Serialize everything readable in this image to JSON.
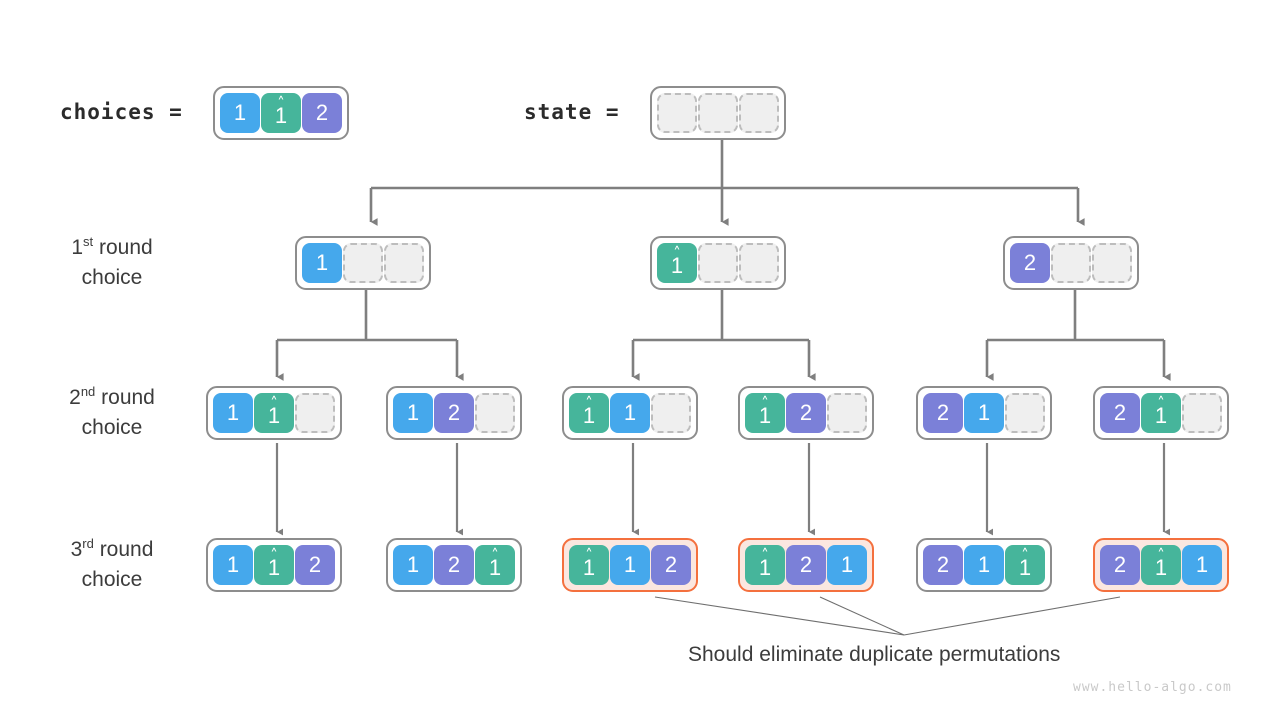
{
  "meta": {
    "title": "Permutations backtracking tree with duplicate elements",
    "watermark": "www.hello-algo.com"
  },
  "colors": {
    "blue": "#45a8ec",
    "purple": "#7b80d8",
    "teal": "#46b59b",
    "empty_fill": "#efefef",
    "empty_border": "#bdbdbd",
    "node_border": "#8d8d8d",
    "highlight_border": "#f4703e",
    "highlight_fill": "#fbe7e0",
    "wire": "#7f7f7f",
    "leader": "#6e6e6e",
    "text": "#3c3c3c"
  },
  "header": {
    "choices_label": "choices =",
    "state_label": "state =",
    "choices_cells": [
      {
        "value": "1",
        "color": "blue",
        "hat": false
      },
      {
        "value": "1",
        "color": "teal",
        "hat": true
      },
      {
        "value": "2",
        "color": "purple",
        "hat": false
      }
    ],
    "state_cells": [
      {
        "value": "",
        "color": "empty",
        "hat": false
      },
      {
        "value": "",
        "color": "empty",
        "hat": false
      },
      {
        "value": "",
        "color": "empty",
        "hat": false
      }
    ]
  },
  "rows": [
    {
      "id": "row-1",
      "label_line1": "1st round",
      "label_line2": "choice",
      "ordinal": "1",
      "suffix": "st",
      "nodes": [
        {
          "highlight": false,
          "cells": [
            {
              "value": "1",
              "color": "blue",
              "hat": false
            },
            {
              "value": "",
              "color": "empty",
              "hat": false
            },
            {
              "value": "",
              "color": "empty",
              "hat": false
            }
          ]
        },
        {
          "highlight": false,
          "cells": [
            {
              "value": "1",
              "color": "teal",
              "hat": true
            },
            {
              "value": "",
              "color": "empty",
              "hat": false
            },
            {
              "value": "",
              "color": "empty",
              "hat": false
            }
          ]
        },
        {
          "highlight": false,
          "cells": [
            {
              "value": "2",
              "color": "purple",
              "hat": false
            },
            {
              "value": "",
              "color": "empty",
              "hat": false
            },
            {
              "value": "",
              "color": "empty",
              "hat": false
            }
          ]
        }
      ]
    },
    {
      "id": "row-2",
      "label_line1": "2nd round",
      "label_line2": "choice",
      "ordinal": "2",
      "suffix": "nd",
      "nodes": [
        {
          "highlight": false,
          "cells": [
            {
              "value": "1",
              "color": "blue",
              "hat": false
            },
            {
              "value": "1",
              "color": "teal",
              "hat": true
            },
            {
              "value": "",
              "color": "empty",
              "hat": false
            }
          ]
        },
        {
          "highlight": false,
          "cells": [
            {
              "value": "1",
              "color": "blue",
              "hat": false
            },
            {
              "value": "2",
              "color": "purple",
              "hat": false
            },
            {
              "value": "",
              "color": "empty",
              "hat": false
            }
          ]
        },
        {
          "highlight": false,
          "cells": [
            {
              "value": "1",
              "color": "teal",
              "hat": true
            },
            {
              "value": "1",
              "color": "blue",
              "hat": false
            },
            {
              "value": "",
              "color": "empty",
              "hat": false
            }
          ]
        },
        {
          "highlight": false,
          "cells": [
            {
              "value": "1",
              "color": "teal",
              "hat": true
            },
            {
              "value": "2",
              "color": "purple",
              "hat": false
            },
            {
              "value": "",
              "color": "empty",
              "hat": false
            }
          ]
        },
        {
          "highlight": false,
          "cells": [
            {
              "value": "2",
              "color": "purple",
              "hat": false
            },
            {
              "value": "1",
              "color": "blue",
              "hat": false
            },
            {
              "value": "",
              "color": "empty",
              "hat": false
            }
          ]
        },
        {
          "highlight": false,
          "cells": [
            {
              "value": "2",
              "color": "purple",
              "hat": false
            },
            {
              "value": "1",
              "color": "teal",
              "hat": true
            },
            {
              "value": "",
              "color": "empty",
              "hat": false
            }
          ]
        }
      ]
    },
    {
      "id": "row-3",
      "label_line1": "3rd round",
      "label_line2": "choice",
      "ordinal": "3",
      "suffix": "rd",
      "nodes": [
        {
          "highlight": false,
          "cells": [
            {
              "value": "1",
              "color": "blue",
              "hat": false
            },
            {
              "value": "1",
              "color": "teal",
              "hat": true
            },
            {
              "value": "2",
              "color": "purple",
              "hat": false
            }
          ]
        },
        {
          "highlight": false,
          "cells": [
            {
              "value": "1",
              "color": "blue",
              "hat": false
            },
            {
              "value": "2",
              "color": "purple",
              "hat": false
            },
            {
              "value": "1",
              "color": "teal",
              "hat": true
            }
          ]
        },
        {
          "highlight": true,
          "cells": [
            {
              "value": "1",
              "color": "teal",
              "hat": true
            },
            {
              "value": "1",
              "color": "blue",
              "hat": false
            },
            {
              "value": "2",
              "color": "purple",
              "hat": false
            }
          ]
        },
        {
          "highlight": true,
          "cells": [
            {
              "value": "1",
              "color": "teal",
              "hat": true
            },
            {
              "value": "2",
              "color": "purple",
              "hat": false
            },
            {
              "value": "1",
              "color": "blue",
              "hat": false
            }
          ]
        },
        {
          "highlight": false,
          "cells": [
            {
              "value": "2",
              "color": "purple",
              "hat": false
            },
            {
              "value": "1",
              "color": "blue",
              "hat": false
            },
            {
              "value": "1",
              "color": "teal",
              "hat": true
            }
          ]
        },
        {
          "highlight": true,
          "cells": [
            {
              "value": "2",
              "color": "purple",
              "hat": false
            },
            {
              "value": "1",
              "color": "teal",
              "hat": true
            },
            {
              "value": "1",
              "color": "blue",
              "hat": false
            }
          ]
        }
      ]
    }
  ],
  "annotation": {
    "caption": "Should eliminate duplicate permutations"
  }
}
